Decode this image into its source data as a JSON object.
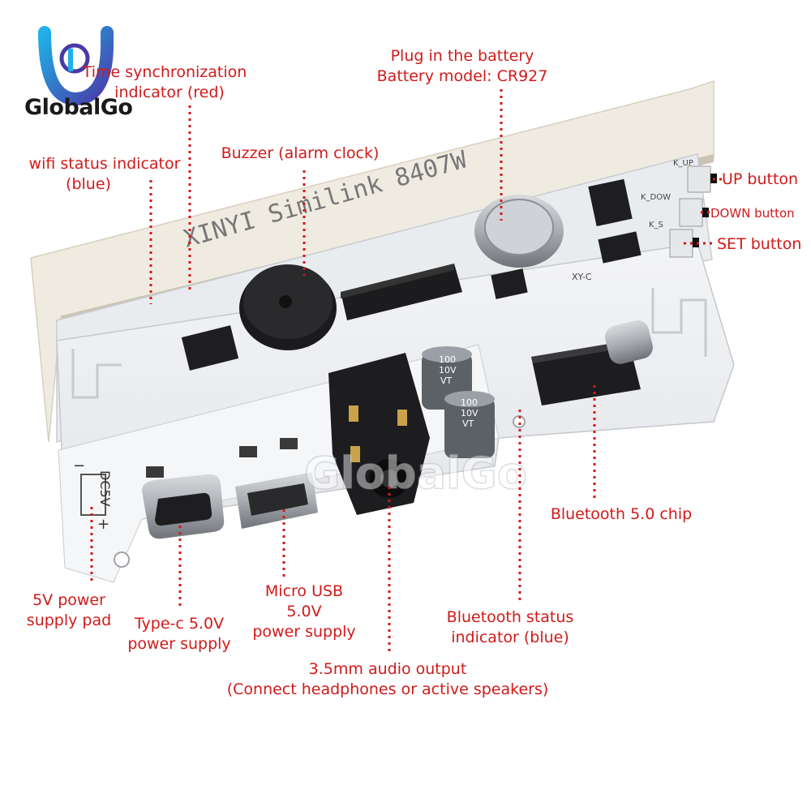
{
  "brand": {
    "name": "GlobalGo",
    "watermark": "GlobalGo",
    "colors": {
      "ring_start": "#1fb0e8",
      "ring_end": "#4a3aa8",
      "label": "#d11a1a",
      "pcb": "#eef0f2"
    }
  },
  "board": {
    "display_text": "XINYI Similink 8407W",
    "capacitor_1": [
      "100",
      "10V",
      "VT"
    ],
    "capacitor_2": [
      "100",
      "10V",
      "VT"
    ],
    "connector_text": "DC5V",
    "minus_sign": "−",
    "plus_sign": "+",
    "silk_up": "K_UP",
    "silk_down": "K_DOW",
    "silk_set": "K_S",
    "silk_xy": "XY-C"
  },
  "labels": {
    "time_sync": [
      "Time synchronization",
      "indicator (red)"
    ],
    "battery": [
      "Plug in the battery",
      "Battery model: CR927"
    ],
    "wifi": [
      "wifi status indicator",
      "(blue)"
    ],
    "buzzer": [
      "Buzzer (alarm clock)"
    ],
    "up": [
      "UP button"
    ],
    "down": [
      "DOWN button"
    ],
    "set": [
      "SET button"
    ],
    "bt_chip": [
      "Bluetooth 5.0 chip"
    ],
    "pad_5v": [
      "5V power",
      "supply pad"
    ],
    "typec": [
      "Type-c 5.0V",
      "power supply"
    ],
    "micro_usb": [
      "Micro USB",
      "5.0V",
      "power supply"
    ],
    "bt_status": [
      "Bluetooth status",
      "indicator (blue)"
    ],
    "audio": [
      "3.5mm audio output",
      "(Connect headphones or active speakers)"
    ]
  }
}
